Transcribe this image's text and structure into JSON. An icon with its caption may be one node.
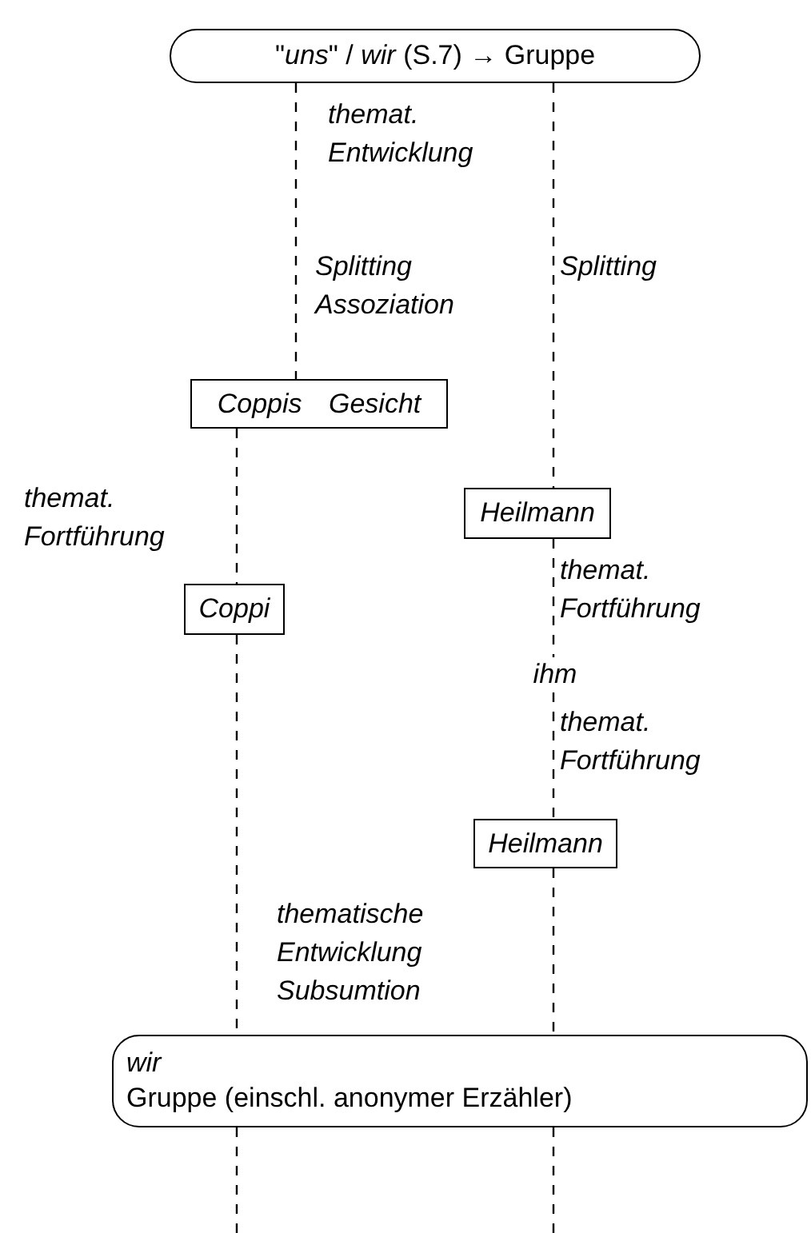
{
  "diagram": {
    "nodes": [
      {
        "text": [
          "\"*uns*\" / *wir*  (S.7) → Gruppe"
        ]
      },
      {
        "text": [
          "Coppis Gesicht"
        ]
      },
      {
        "text": [
          "Heilmann"
        ]
      },
      {
        "text": [
          "Coppi"
        ]
      },
      {
        "text": [
          "ihm"
        ]
      },
      {
        "text": [
          "Heilmann"
        ]
      },
      {
        "text": [
          "wir",
          "Gruppe (einschl. anonymer Erzähler)"
        ]
      }
    ],
    "edges": [
      {
        "from": 0,
        "to": 1,
        "arrow": "none",
        "label": "Splitting Assoziation"
      },
      {
        "from": 0,
        "to": 2,
        "arrow": "none",
        "label": "Splitting"
      },
      {
        "from": 1,
        "to": 3,
        "arrow": "none",
        "label": "themat. Fortführung"
      },
      {
        "from": 2,
        "to": 4,
        "arrow": "none",
        "label": "themat. Fortführung"
      },
      {
        "from": 4,
        "to": 5,
        "arrow": "none",
        "label": "themat. Fortführung"
      },
      {
        "from": 3,
        "to": 6,
        "arrow": "none",
        "label": "thematische Entwicklung Subsumtion"
      },
      {
        "from": 5,
        "to": 6,
        "arrow": "none"
      },
      {
        "from": 6,
        "to": null,
        "arrow": "none"
      },
      {
        "from": 6,
        "to": null,
        "arrow": "none"
      }
    ],
    "labels": [
      "themat. Entwicklung"
    ]
  }
}
